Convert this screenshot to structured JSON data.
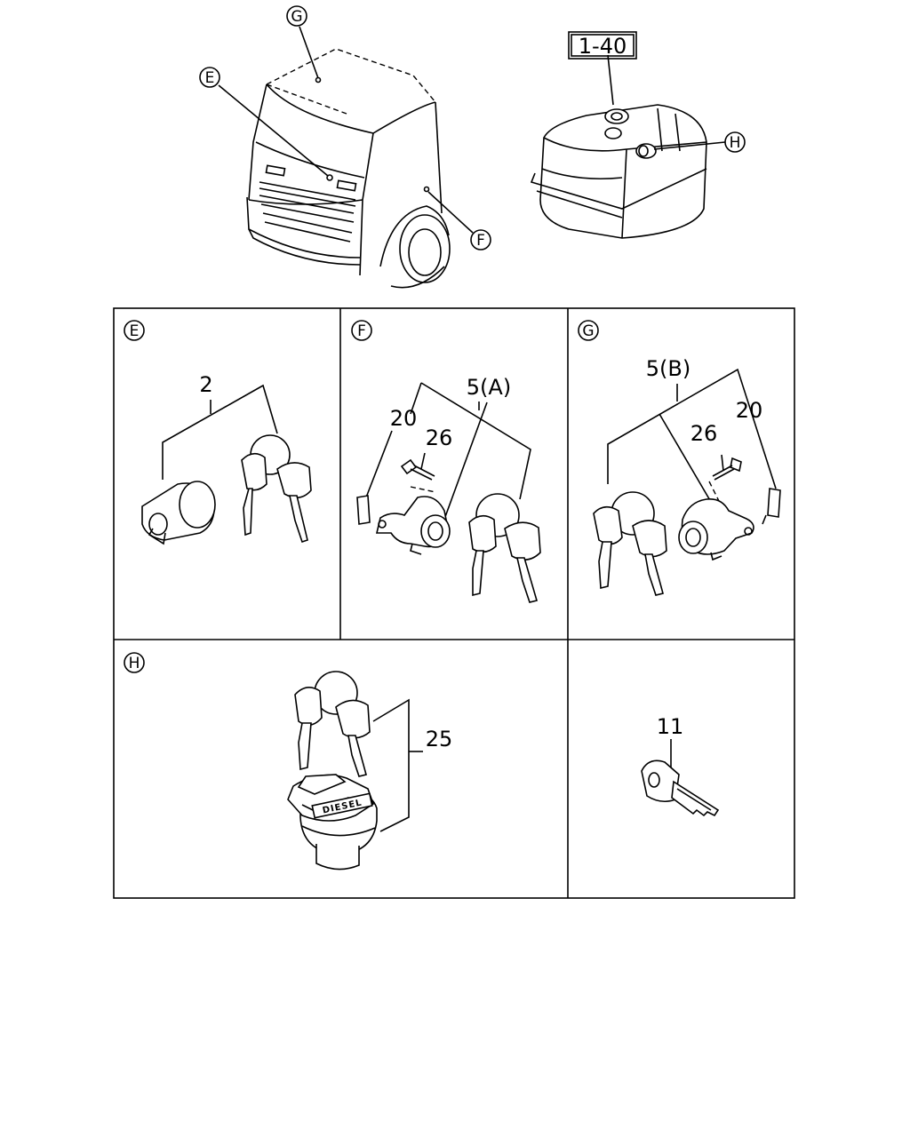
{
  "callouts": {
    "G": "G",
    "E": "E",
    "F": "F",
    "H": "H",
    "ref": "1-40"
  },
  "panels": {
    "e": {
      "letter": "E",
      "part": "2"
    },
    "f": {
      "letter": "F",
      "assembly": "5(A)",
      "clip": "20",
      "bolt": "26"
    },
    "g": {
      "letter": "G",
      "assembly": "5(B)",
      "clip": "20",
      "bolt": "26"
    },
    "h": {
      "letter": "H",
      "part": "25",
      "cap_text": "DIESEL"
    },
    "k": {
      "part": "11"
    }
  }
}
